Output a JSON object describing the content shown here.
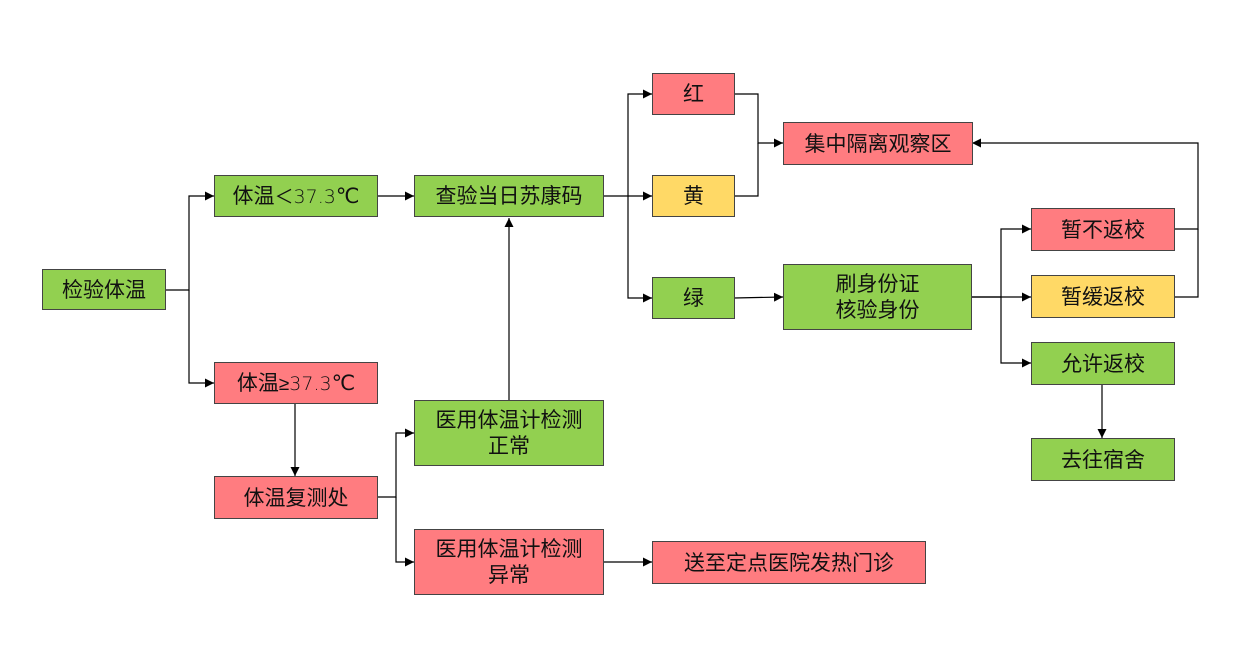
{
  "colors": {
    "green": "#92d050",
    "red": "#ff7c80",
    "yellow": "#ffd966"
  },
  "nodes": {
    "check_temp": "检验体温",
    "temp_normal": {
      "prefix": "体温",
      "op": "＜",
      "value": "37.3",
      "unit": "℃"
    },
    "temp_high": {
      "prefix": "体温",
      "op": "≥",
      "value": "37.3",
      "unit": "℃"
    },
    "retest": "体温复测处",
    "check_code": "查验当日苏康码",
    "retest_normal": [
      "医用体温计检测",
      "正常"
    ],
    "retest_abnormal": [
      "医用体温计检测",
      "异常"
    ],
    "send_hospital": "送至定点医院发热门诊",
    "code_red": "红",
    "code_yellow": "黄",
    "code_green": "绿",
    "quarantine": "集中隔离观察区",
    "id_check": [
      "刷身份证",
      "核验身份"
    ],
    "no_return": "暂不返校",
    "delay_return": "暂缓返校",
    "allow_return": "允许返校",
    "go_dorm": "去往宿舍"
  }
}
